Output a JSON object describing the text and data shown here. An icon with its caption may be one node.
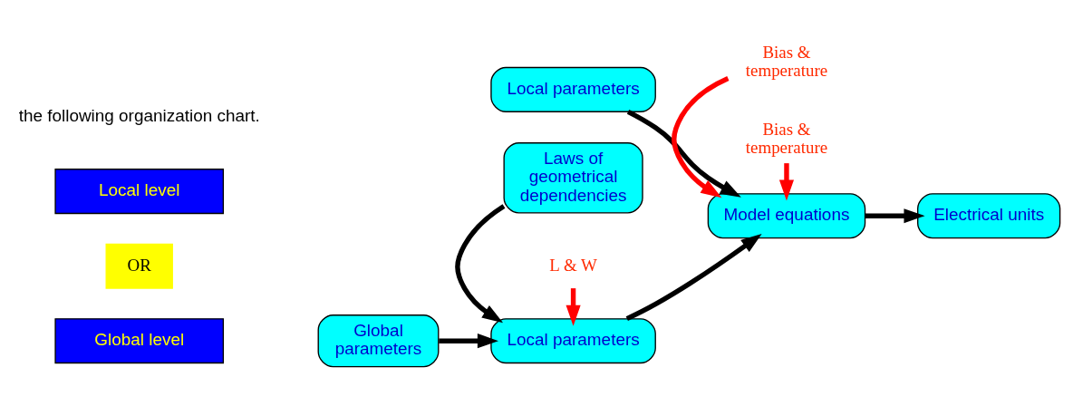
{
  "diagram": {
    "nodes": [
      {
        "text": [
          "Local level"
        ]
      },
      {
        "text": [
          "OR"
        ]
      },
      {
        "text": [
          "Global level"
        ]
      },
      {
        "text": [
          "Local parameters"
        ]
      },
      {
        "text": [
          "Model equations"
        ]
      },
      {
        "text": [
          "Electrical units"
        ]
      },
      {
        "text": [
          "Global parameters"
        ]
      },
      {
        "text": [
          "Local parameters"
        ]
      },
      {
        "text": [
          "Laws of geometrical dependencies"
        ]
      },
      {
        "text": [
          "Bias & temperature"
        ]
      },
      {
        "text": [
          "Bias & temperature"
        ]
      },
      {
        "text": [
          "L & W"
        ]
      }
    ],
    "edges": [
      {
        "from": 3,
        "to": 4,
        "arrow": "to"
      },
      {
        "from": 9,
        "to": 4,
        "arrow": "to",
        "color": "#ff0000"
      },
      {
        "from": 10,
        "to": 4,
        "arrow": "to",
        "color": "#ff0000"
      },
      {
        "from": 4,
        "to": 5,
        "arrow": "to"
      },
      {
        "from": 11,
        "to": 7,
        "arrow": "to",
        "color": "#ff0000"
      },
      {
        "from": 6,
        "to": 7,
        "arrow": "to"
      },
      {
        "from": 8,
        "to": 7,
        "arrow": "to"
      },
      {
        "from": 7,
        "to": 4,
        "arrow": "to"
      }
    ],
    "labels": [
      "the following organization chart."
    ]
  }
}
